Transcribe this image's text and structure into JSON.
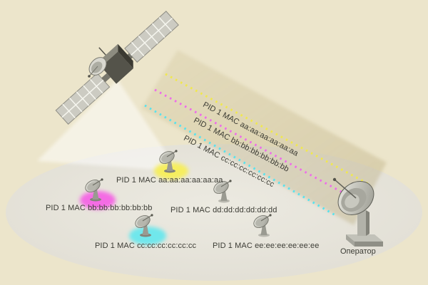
{
  "scene": {
    "background_color": "#ece5cb",
    "ground_color": "#e5e2d8",
    "beam": {
      "streams": [
        {
          "label": "PID 1 MAC aa:aa:aa:aa:aa:aa",
          "color": "#f0e84e"
        },
        {
          "label": "PID 1 MAC bb:bb:bb:bb:bb:bb",
          "color": "#ee6cea"
        },
        {
          "label": "PID 1 MAC cc:cc:cc:cc:cc:cc",
          "color": "#58e2ee"
        }
      ]
    },
    "terminals": [
      {
        "label": "PID 1 MAC aa:aa:aa:aa:aa:aa",
        "highlight_color": "#f6ee5f"
      },
      {
        "label": "PID 1 MAC bb:bb:bb:bb:bb:bb",
        "highlight_color": "#f46ce4"
      },
      {
        "label": "PID 1 MAC cc:cc:cc:cc:cc:cc",
        "highlight_color": "#6fe7ec"
      },
      {
        "label": "PID 1 MAC dd:dd:dd:dd:dd:dd",
        "highlight_color": null
      },
      {
        "label": "PID 1 MAC ee:ee:ee:ee:ee:ee",
        "highlight_color": null
      }
    ],
    "operator": {
      "label": "Оператор"
    }
  }
}
